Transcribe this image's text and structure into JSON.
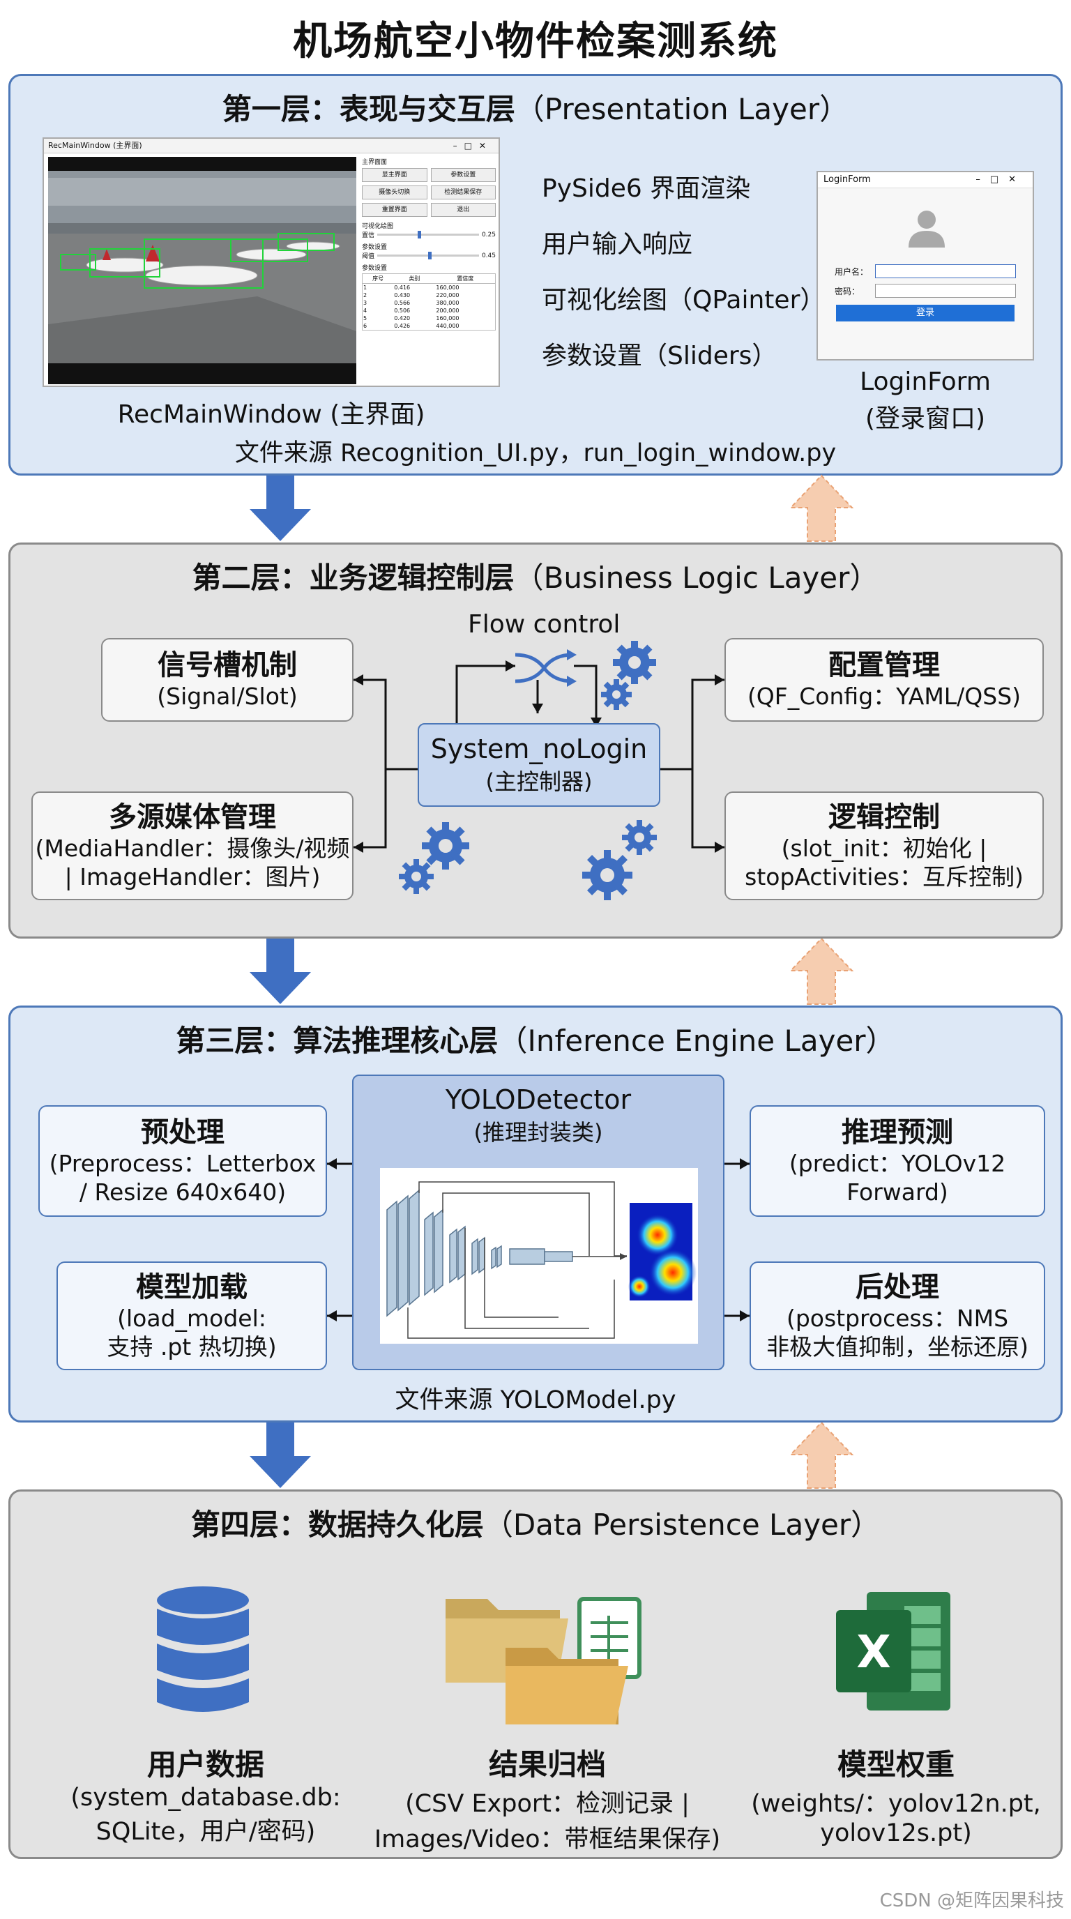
{
  "title": "机场航空小物件检案测系统",
  "layer1": {
    "title_cn": "第一层：表现与交互层",
    "title_en": "（Presentation Layer）",
    "main_window": {
      "window_title": "RecMainWindow (主界面)",
      "panel_label": "主界面面",
      "buttons": [
        "显主界面",
        "参数设置",
        "摄像头切换",
        "检测结果保存",
        "重置界面",
        "退出"
      ],
      "slider_group": "可视化绘图",
      "slider1": "置信",
      "slider1_val": "0.25",
      "param_group": "参数设置",
      "slider2": "阈值",
      "slider2_val": "0.45",
      "table_group": "参数设置",
      "table_headers": [
        "序号",
        "类别",
        "置信度"
      ],
      "table_rows": [
        [
          "1",
          "0.416",
          "160,000"
        ],
        [
          "2",
          "0.430",
          "220,000"
        ],
        [
          "3",
          "0.566",
          "380,000"
        ],
        [
          "4",
          "0.506",
          "200,000"
        ],
        [
          "5",
          "0.420",
          "160,000"
        ],
        [
          "6",
          "0.426",
          "440,000"
        ]
      ],
      "caption": "RecMainWindow (主界面)"
    },
    "features": [
      "PySide6 界面渲染",
      "用户输入响应",
      "可视化绘图（QPainter）",
      "参数设置（Sliders）"
    ],
    "login": {
      "window_title": "LoginForm",
      "user_label": "用户名：",
      "pwd_label": "密码：",
      "button": "登录",
      "caption1": "LoginForm",
      "caption2": "(登录窗口)"
    },
    "source": "文件来源 Recognition_UI.py，run_login_window.py"
  },
  "layer2": {
    "title_cn": "第二层：业务逻辑控制层",
    "title_en": "（Business Logic Layer）",
    "flow_label": "Flow control",
    "controller_title": "System_noLogin",
    "controller_sub": "(主控制器)",
    "signal_title": "信号槽机制",
    "signal_sub": "(Signal/Slot)",
    "media_title": "多源媒体管理",
    "media_sub1": "(MediaHandler：摄像头/视频",
    "media_sub2": "| ImageHandler：图片)",
    "config_title": "配置管理",
    "config_sub": "(QF_Config：YAML/QSS)",
    "logic_title": "逻辑控制",
    "logic_sub1": "(slot_init：初始化 |",
    "logic_sub2": "stopActivities：互斥控制)"
  },
  "layer3": {
    "title_cn": "第三层：算法推理核心层",
    "title_en": "（Inference Engine Layer）",
    "detector_title": "YOLODetector",
    "detector_sub": "(推理封装类)",
    "pre_title": "预处理",
    "pre_sub1": "(Preprocess：Letterbox",
    "pre_sub2": "/ Resize 640x640)",
    "load_title": "模型加载",
    "load_sub1": "(load_model:",
    "load_sub2": "支持 .pt 热切换)",
    "pred_title": "推理预测",
    "pred_sub1": "(predict：YOLOv12",
    "pred_sub2": "Forward)",
    "post_title": "后处理",
    "post_sub1": "(postprocess：NMS",
    "post_sub2": "非极大值抑制，坐标还原)",
    "source": "文件来源 YOLOModel.py"
  },
  "layer4": {
    "title_cn": "第四层：数据持久化层",
    "title_en": "（Data Persistence Layer）",
    "user_title": "用户数据",
    "user_sub1": "(system_database.db:",
    "user_sub2": "SQLite，用户/密码)",
    "result_title": "结果归档",
    "result_sub1": "(CSV Export：检测记录 |",
    "result_sub2": "Images/Video：带框结果保存)",
    "weight_title": "模型权重",
    "weight_sub1": "(weights/：yolov12n.pt,",
    "weight_sub2": "yolov12s.pt)"
  },
  "watermark": "CSDN @矩阵因果科技",
  "colors": {
    "blue_layer_bg": "#dde8f6",
    "gray_layer_bg": "#e3e3e3",
    "accent_blue": "#3f6fc2",
    "orange_arrow": "#f2b58a"
  }
}
